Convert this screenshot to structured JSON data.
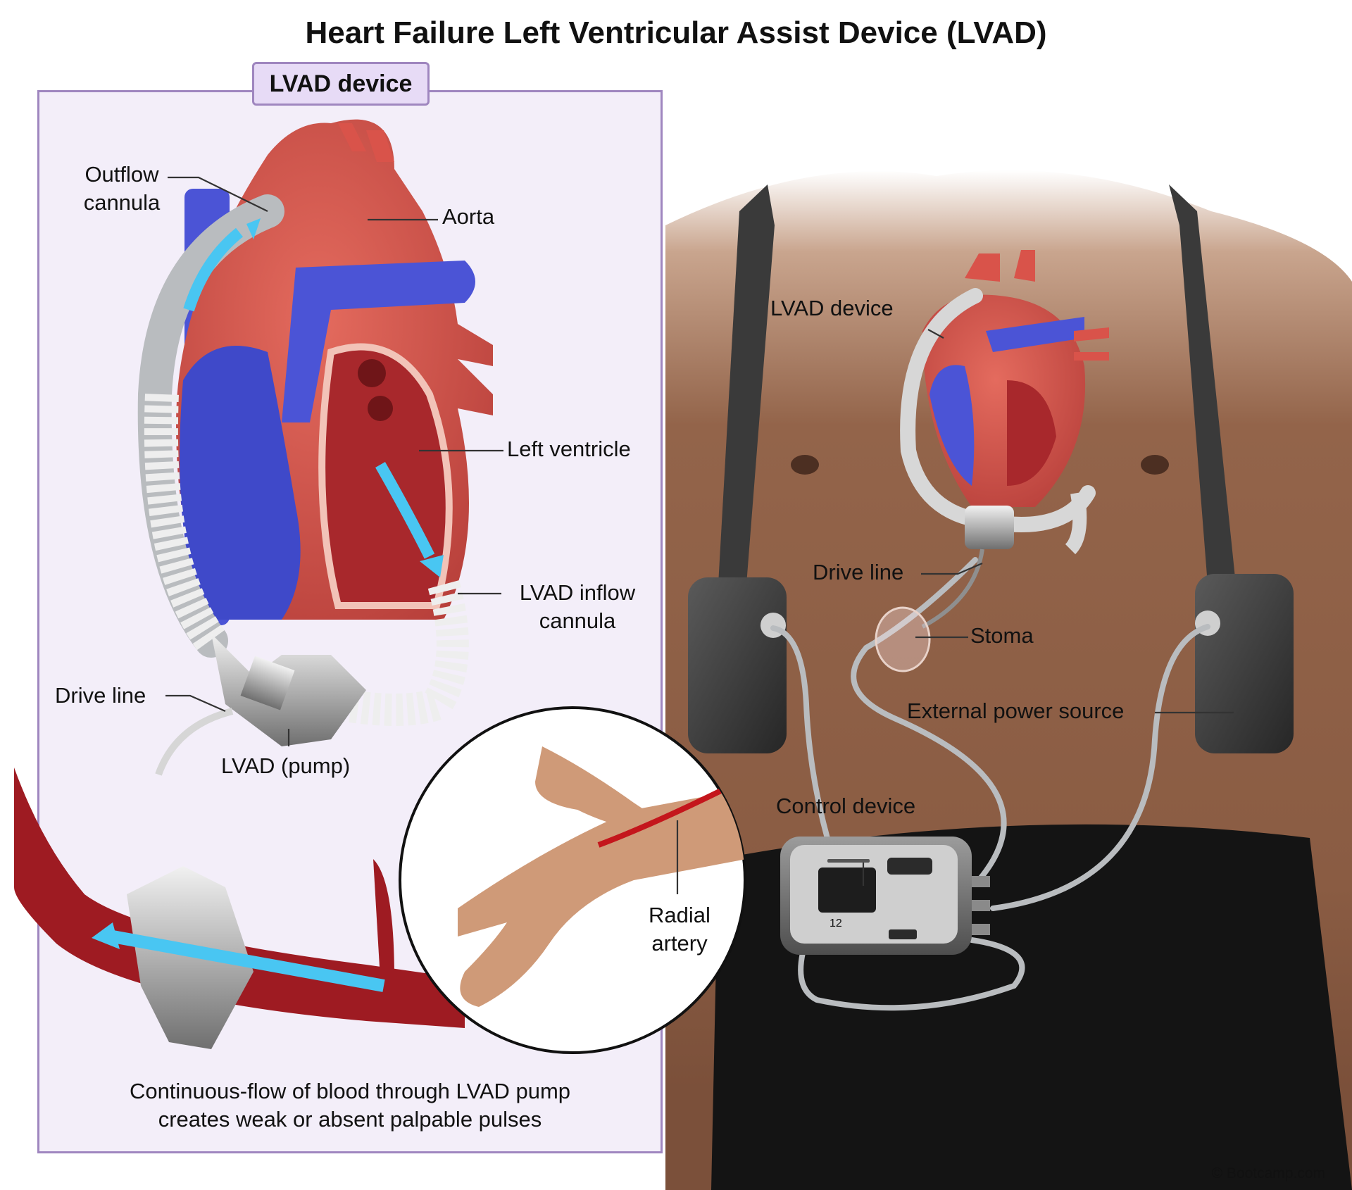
{
  "title": "Heart Failure Left Ventricular Assist Device (LVAD)",
  "panel": {
    "tab_label": "LVAD device",
    "labels": {
      "outflow_cannula": [
        "Outflow",
        "cannula"
      ],
      "aorta": "Aorta",
      "left_ventricle": "Left ventricle",
      "inflow_cannula": [
        "LVAD inflow",
        "cannula"
      ],
      "drive_line": "Drive line",
      "pump": "LVAD (pump)",
      "radial_artery": [
        "Radial",
        "artery"
      ]
    },
    "caption": [
      "Continuous-flow of blood through LVAD pump",
      "creates weak or absent palpable pulses"
    ]
  },
  "body_labels": {
    "lvad_device": "LVAD device",
    "drive_line": "Drive line",
    "stoma": "Stoma",
    "external_power_source": "External power source",
    "control_device": "Control device",
    "controller_number": "12"
  },
  "copyright": "© Bootcamp.com",
  "colors": {
    "panel_bg": "#f3eef9",
    "panel_border": "#9f86bf",
    "artery_red": "#d9534a",
    "vein_blue": "#4b54d6",
    "muscle": "#a8282c",
    "flow_arrow": "#49c6f2",
    "skin": "#8a5e45",
    "tube_grey": "#b9bcbf"
  }
}
